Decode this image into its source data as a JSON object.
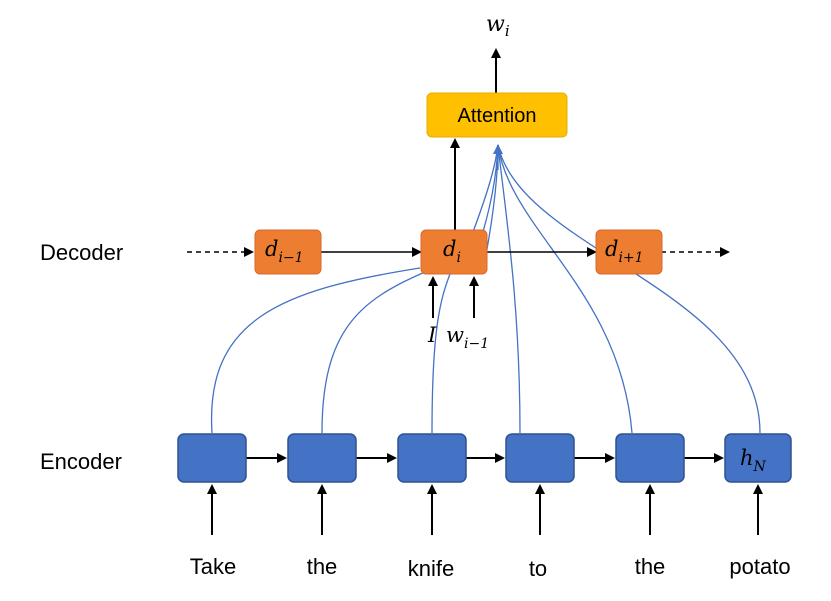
{
  "labels": {
    "decoder": "Decoder",
    "encoder": "Encoder"
  },
  "output": {
    "symbol": "w",
    "subscript": "i"
  },
  "attention": {
    "label": "Attention",
    "color": "#ffc000",
    "border": "#e6ac00"
  },
  "decoder_nodes": [
    {
      "symbol": "d",
      "subscript": "i−1"
    },
    {
      "symbol": "d",
      "subscript": "i"
    },
    {
      "symbol": "d",
      "subscript": "i+1"
    }
  ],
  "decoder_inputs": {
    "first": "I",
    "second_symbol": "w",
    "second_subscript": "i−1"
  },
  "encoder_nodes": [
    {
      "symbol": "",
      "subscript": ""
    },
    {
      "symbol": "",
      "subscript": ""
    },
    {
      "symbol": "",
      "subscript": ""
    },
    {
      "symbol": "",
      "subscript": ""
    },
    {
      "symbol": "",
      "subscript": ""
    },
    {
      "symbol": "h",
      "subscript": "N"
    }
  ],
  "tokens": [
    "Take",
    "the",
    "knife",
    "to",
    "the",
    "potato"
  ],
  "colors": {
    "decoder_fill": "#ed7d31",
    "decoder_border": "#d8692a",
    "encoder_fill": "#4472c4",
    "encoder_border": "#2f528f",
    "attention_lines": "#4472c4",
    "arrows": "#000000"
  }
}
